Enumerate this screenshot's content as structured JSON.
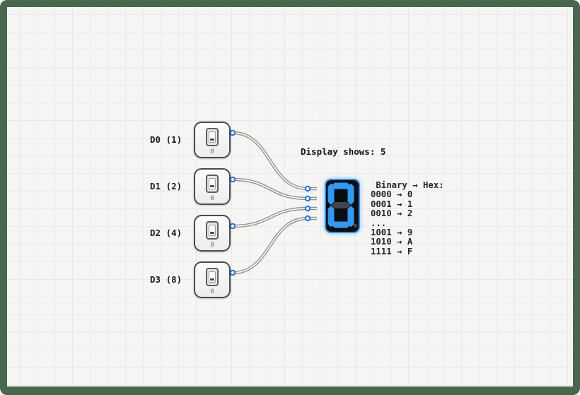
{
  "theme": {
    "frame_color": "#47684d",
    "canvas_color": "#f5f5f4",
    "grid_color": "#e9e9ed",
    "wire_color": "#8f8f8f",
    "pin_color": "#2176e5"
  },
  "switches": [
    {
      "id": "d0",
      "label": "D0 (1)",
      "value": "0"
    },
    {
      "id": "d1",
      "label": "D1 (2)",
      "value": "0"
    },
    {
      "id": "d2",
      "label": "D2 (4)",
      "value": "0"
    },
    {
      "id": "d3",
      "label": "D3 (8)",
      "value": "0"
    }
  ],
  "display": {
    "note": "Display shows: 5",
    "segments_lit": [
      "a",
      "b",
      "c",
      "d",
      "e",
      "f"
    ],
    "decimal_point_lit": false,
    "lit_color": "#2f9bf8",
    "unlit_color": "#41464c",
    "body_color": "#0c0d0f",
    "border_color": "#2f93f6"
  },
  "legend": {
    "lines": [
      " Binary → Hex:",
      "0000 → 0",
      "0001 → 1",
      "0010 → 2",
      "...",
      "1001 → 9",
      "1010 → A",
      "1111 → F"
    ]
  }
}
